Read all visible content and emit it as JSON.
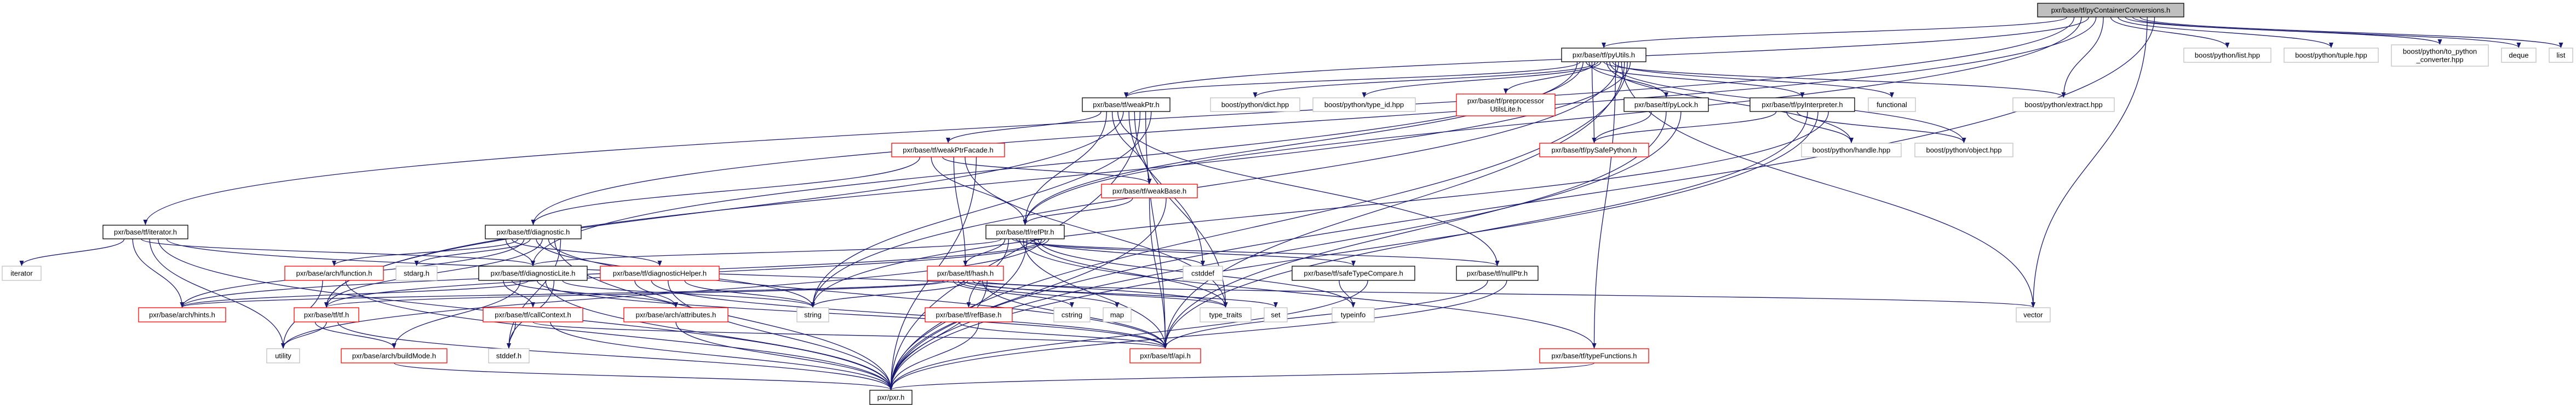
{
  "title": "pxr/base/tf/pyContainerConversions.h include dependency graph",
  "colors": {
    "edge": "#191970",
    "root_fill": "#bfbfbf",
    "documented_border": "#000000",
    "truncated_border": "#ff0000",
    "external_border": "#bfbfbf"
  },
  "nodes": [
    {
      "id": "root",
      "lines": [
        "pxr/base/tf/pyContainerConversions.h"
      ],
      "kind": "root"
    },
    {
      "id": "pyUtils",
      "lines": [
        "pxr/base/tf/pyUtils.h"
      ],
      "kind": "documented"
    },
    {
      "id": "listhpp",
      "lines": [
        "boost/python/list.hpp"
      ],
      "kind": "external"
    },
    {
      "id": "tuplehpp",
      "lines": [
        "boost/python/tuple.hpp"
      ],
      "kind": "external"
    },
    {
      "id": "topy",
      "lines": [
        "boost/python/to_python",
        "_converter.hpp"
      ],
      "kind": "external"
    },
    {
      "id": "deque",
      "lines": [
        "deque"
      ],
      "kind": "external"
    },
    {
      "id": "list",
      "lines": [
        "list"
      ],
      "kind": "external"
    },
    {
      "id": "weakPtr",
      "lines": [
        "pxr/base/tf/weakPtr.h"
      ],
      "kind": "documented"
    },
    {
      "id": "dict",
      "lines": [
        "boost/python/dict.hpp"
      ],
      "kind": "external"
    },
    {
      "id": "typeid",
      "lines": [
        "boost/python/type_id.hpp"
      ],
      "kind": "external"
    },
    {
      "id": "preproc",
      "lines": [
        "pxr/base/tf/preprocessor",
        "UtilsLite.h"
      ],
      "kind": "truncated"
    },
    {
      "id": "pyLock",
      "lines": [
        "pxr/base/tf/pyLock.h"
      ],
      "kind": "documented"
    },
    {
      "id": "pyInterp",
      "lines": [
        "pxr/base/tf/pyInterpreter.h"
      ],
      "kind": "documented"
    },
    {
      "id": "functional",
      "lines": [
        "functional"
      ],
      "kind": "external"
    },
    {
      "id": "extract",
      "lines": [
        "boost/python/extract.hpp"
      ],
      "kind": "external"
    },
    {
      "id": "weakPtrFacade",
      "lines": [
        "pxr/base/tf/weakPtrFacade.h"
      ],
      "kind": "truncated"
    },
    {
      "id": "pySafePython",
      "lines": [
        "pxr/base/tf/pySafePython.h"
      ],
      "kind": "truncated"
    },
    {
      "id": "handle",
      "lines": [
        "boost/python/handle.hpp"
      ],
      "kind": "external"
    },
    {
      "id": "object",
      "lines": [
        "boost/python/object.hpp"
      ],
      "kind": "external"
    },
    {
      "id": "weakBase",
      "lines": [
        "pxr/base/tf/weakBase.h"
      ],
      "kind": "truncated"
    },
    {
      "id": "iteratorh",
      "lines": [
        "pxr/base/tf/iterator.h"
      ],
      "kind": "documented"
    },
    {
      "id": "diagnostic",
      "lines": [
        "pxr/base/tf/diagnostic.h"
      ],
      "kind": "documented"
    },
    {
      "id": "refPtr",
      "lines": [
        "pxr/base/tf/refPtr.h"
      ],
      "kind": "documented"
    },
    {
      "id": "iterator",
      "lines": [
        "iterator"
      ],
      "kind": "external"
    },
    {
      "id": "function",
      "lines": [
        "pxr/base/arch/function.h"
      ],
      "kind": "truncated"
    },
    {
      "id": "stdarg",
      "lines": [
        "stdarg.h"
      ],
      "kind": "external"
    },
    {
      "id": "diagLite",
      "lines": [
        "pxr/base/tf/diagnosticLite.h"
      ],
      "kind": "documented"
    },
    {
      "id": "diagHelper",
      "lines": [
        "pxr/base/tf/diagnosticHelper.h"
      ],
      "kind": "truncated"
    },
    {
      "id": "hash",
      "lines": [
        "pxr/base/tf/hash.h"
      ],
      "kind": "truncated"
    },
    {
      "id": "cstddef",
      "lines": [
        "cstddef"
      ],
      "kind": "external"
    },
    {
      "id": "safeType",
      "lines": [
        "pxr/base/tf/safeTypeCompare.h"
      ],
      "kind": "documented"
    },
    {
      "id": "nullPtr",
      "lines": [
        "pxr/base/tf/nullPtr.h"
      ],
      "kind": "documented"
    },
    {
      "id": "hints",
      "lines": [
        "pxr/base/arch/hints.h"
      ],
      "kind": "truncated"
    },
    {
      "id": "tfh",
      "lines": [
        "pxr/base/tf/tf.h"
      ],
      "kind": "truncated"
    },
    {
      "id": "callContext",
      "lines": [
        "pxr/base/tf/callContext.h"
      ],
      "kind": "truncated"
    },
    {
      "id": "attributes",
      "lines": [
        "pxr/base/arch/attributes.h"
      ],
      "kind": "truncated"
    },
    {
      "id": "string",
      "lines": [
        "string"
      ],
      "kind": "external"
    },
    {
      "id": "refBase",
      "lines": [
        "pxr/base/tf/refBase.h"
      ],
      "kind": "truncated"
    },
    {
      "id": "cstring",
      "lines": [
        "cstring"
      ],
      "kind": "external"
    },
    {
      "id": "map",
      "lines": [
        "map"
      ],
      "kind": "external"
    },
    {
      "id": "typetraits",
      "lines": [
        "type_traits"
      ],
      "kind": "external"
    },
    {
      "id": "set",
      "lines": [
        "set"
      ],
      "kind": "external"
    },
    {
      "id": "typeinfo",
      "lines": [
        "typeinfo"
      ],
      "kind": "external"
    },
    {
      "id": "vector",
      "lines": [
        "vector"
      ],
      "kind": "external"
    },
    {
      "id": "utility",
      "lines": [
        "utility"
      ],
      "kind": "external"
    },
    {
      "id": "buildMode",
      "lines": [
        "pxr/base/arch/buildMode.h"
      ],
      "kind": "truncated"
    },
    {
      "id": "stddef",
      "lines": [
        "stddef.h"
      ],
      "kind": "external"
    },
    {
      "id": "api",
      "lines": [
        "pxr/base/tf/api.h"
      ],
      "kind": "truncated"
    },
    {
      "id": "typeFunctions",
      "lines": [
        "pxr/base/tf/typeFunctions.h"
      ],
      "kind": "truncated"
    },
    {
      "id": "pxr",
      "lines": [
        "pxr/pxr.h"
      ],
      "kind": "documented"
    }
  ],
  "edges": [
    [
      "root",
      "pyUtils"
    ],
    [
      "root",
      "iteratorh"
    ],
    [
      "root",
      "refPtr"
    ],
    [
      "root",
      "weakPtr"
    ],
    [
      "root",
      "diagnostic"
    ],
    [
      "root",
      "extract"
    ],
    [
      "root",
      "listhpp"
    ],
    [
      "root",
      "tuplehpp"
    ],
    [
      "root",
      "topy"
    ],
    [
      "root",
      "deque"
    ],
    [
      "root",
      "list"
    ],
    [
      "root",
      "vector"
    ],
    [
      "root",
      "pxr"
    ],
    [
      "pyUtils",
      "refPtr"
    ],
    [
      "pyUtils",
      "weakPtr"
    ],
    [
      "pyUtils",
      "diagLite"
    ],
    [
      "pyUtils",
      "pyInterp"
    ],
    [
      "pyUtils",
      "pyLock"
    ],
    [
      "pyUtils",
      "pySafePython"
    ],
    [
      "pyUtils",
      "preproc"
    ],
    [
      "pyUtils",
      "dict"
    ],
    [
      "pyUtils",
      "typeid"
    ],
    [
      "pyUtils",
      "extract"
    ],
    [
      "pyUtils",
      "handle"
    ],
    [
      "pyUtils",
      "object"
    ],
    [
      "pyUtils",
      "functional"
    ],
    [
      "pyUtils",
      "typeFunctions"
    ],
    [
      "pyUtils",
      "string"
    ],
    [
      "pyUtils",
      "vector"
    ],
    [
      "pyUtils",
      "api"
    ],
    [
      "pyUtils",
      "pxr"
    ],
    [
      "pyUtils",
      "tfh"
    ],
    [
      "weakPtr",
      "weakPtrFacade"
    ],
    [
      "weakPtr",
      "refPtr"
    ],
    [
      "weakPtr",
      "weakBase"
    ],
    [
      "weakPtr",
      "nullPtr"
    ],
    [
      "weakPtr",
      "tfh"
    ],
    [
      "weakPtr",
      "cstddef"
    ],
    [
      "weakPtr",
      "typetraits"
    ],
    [
      "weakPtr",
      "pxr"
    ],
    [
      "weakPtr",
      "api"
    ],
    [
      "weakPtr",
      "string"
    ],
    [
      "weakPtrFacade",
      "diagnostic"
    ],
    [
      "weakPtrFacade",
      "refPtr"
    ],
    [
      "weakPtrFacade",
      "weakBase"
    ],
    [
      "weakPtrFacade",
      "hash"
    ],
    [
      "weakPtrFacade",
      "typetraits"
    ],
    [
      "weakPtrFacade",
      "pxr"
    ],
    [
      "weakBase",
      "refPtr"
    ],
    [
      "weakBase",
      "api"
    ],
    [
      "weakBase",
      "pxr"
    ],
    [
      "refPtr",
      "diagLite"
    ],
    [
      "refPtr",
      "hash"
    ],
    [
      "refPtr",
      "refBase"
    ],
    [
      "refPtr",
      "nullPtr"
    ],
    [
      "refPtr",
      "safeType"
    ],
    [
      "refPtr",
      "typeFunctions"
    ],
    [
      "refPtr",
      "api"
    ],
    [
      "refPtr",
      "pxr"
    ],
    [
      "refPtr",
      "cstddef"
    ],
    [
      "refPtr",
      "typetraits"
    ],
    [
      "refPtr",
      "typeinfo"
    ],
    [
      "refPtr",
      "utility"
    ],
    [
      "refPtr",
      "hints"
    ],
    [
      "refPtr",
      "tfh"
    ],
    [
      "hash",
      "hints"
    ],
    [
      "hash",
      "tfh"
    ],
    [
      "hash",
      "cstring"
    ],
    [
      "hash",
      "map"
    ],
    [
      "hash",
      "set"
    ],
    [
      "hash",
      "string"
    ],
    [
      "hash",
      "typetraits"
    ],
    [
      "hash",
      "vector"
    ],
    [
      "hash",
      "api"
    ],
    [
      "hash",
      "pxr"
    ],
    [
      "refBase",
      "api"
    ],
    [
      "refBase",
      "pxr"
    ],
    [
      "diagnostic",
      "diagLite"
    ],
    [
      "diagnostic",
      "diagHelper"
    ],
    [
      "diagnostic",
      "function"
    ],
    [
      "diagnostic",
      "hints"
    ],
    [
      "diagnostic",
      "stdarg"
    ],
    [
      "diagnostic",
      "string"
    ],
    [
      "diagnostic",
      "tfh"
    ],
    [
      "diagnostic",
      "api"
    ],
    [
      "diagnostic",
      "pxr"
    ],
    [
      "diagnostic",
      "stddef"
    ],
    [
      "diagLite",
      "callContext"
    ],
    [
      "diagLite",
      "attributes"
    ],
    [
      "diagLite",
      "buildMode"
    ],
    [
      "diagLite",
      "hints"
    ],
    [
      "diagLite",
      "api"
    ],
    [
      "diagLite",
      "pxr"
    ],
    [
      "diagLite",
      "stddef"
    ],
    [
      "diagLite",
      "string"
    ],
    [
      "diagHelper",
      "attributes"
    ],
    [
      "diagHelper",
      "api"
    ],
    [
      "diagHelper",
      "pxr"
    ],
    [
      "diagHelper",
      "string"
    ],
    [
      "callContext",
      "stddef"
    ],
    [
      "callContext",
      "api"
    ],
    [
      "callContext",
      "pxr"
    ],
    [
      "attributes",
      "pxr"
    ],
    [
      "tfh",
      "buildMode"
    ],
    [
      "tfh",
      "utility"
    ],
    [
      "tfh",
      "pxr"
    ],
    [
      "function",
      "utility"
    ],
    [
      "function",
      "pxr"
    ],
    [
      "buildMode",
      "pxr"
    ],
    [
      "iteratorh",
      "iterator"
    ],
    [
      "iteratorh",
      "hints"
    ],
    [
      "iteratorh",
      "diagLite"
    ],
    [
      "iteratorh",
      "utility"
    ],
    [
      "iteratorh",
      "pxr"
    ],
    [
      "iteratorh",
      "typetraits"
    ],
    [
      "safeType",
      "typeinfo"
    ],
    [
      "safeType",
      "pxr"
    ],
    [
      "nullPtr",
      "api"
    ],
    [
      "nullPtr",
      "pxr"
    ],
    [
      "typeFunctions",
      "pxr"
    ],
    [
      "pyLock",
      "pySafePython"
    ],
    [
      "pyLock",
      "api"
    ],
    [
      "pyLock",
      "pxr"
    ],
    [
      "pyInterp",
      "pySafePython"
    ],
    [
      "pyInterp",
      "handle"
    ],
    [
      "pyInterp",
      "object"
    ],
    [
      "pyInterp",
      "api"
    ],
    [
      "pyInterp",
      "pxr"
    ],
    [
      "pyInterp",
      "string"
    ]
  ]
}
